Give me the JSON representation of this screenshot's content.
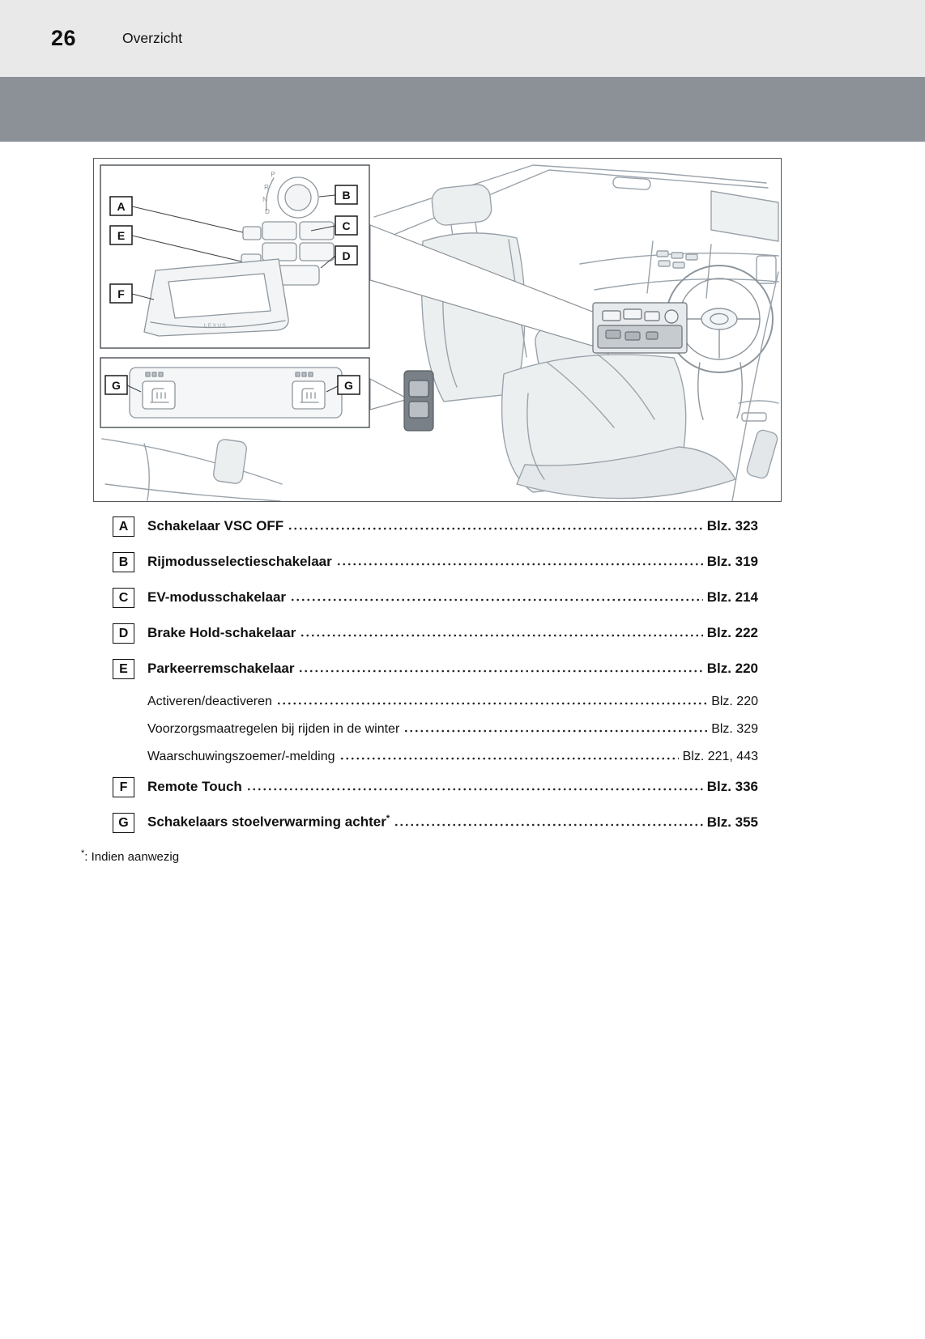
{
  "page": {
    "number": "26",
    "section_title": "Overzicht"
  },
  "illustration": {
    "callouts": {
      "a": "A",
      "b": "B",
      "c": "C",
      "d": "D",
      "e": "E",
      "f": "F",
      "g_left": "G",
      "g_right": "G"
    },
    "gear_labels": {
      "p": "P",
      "r": "R",
      "n": "N",
      "d": "D"
    },
    "pad_brand": "LEXUS"
  },
  "index": {
    "items": [
      {
        "badge": "A",
        "label": "Schakelaar VSC OFF",
        "page": "Blz. 323"
      },
      {
        "badge": "B",
        "label": "Rijmodusselectieschakelaar",
        "page": "Blz. 319"
      },
      {
        "badge": "C",
        "label": "EV-modusschakelaar",
        "page": "Blz. 214"
      },
      {
        "badge": "D",
        "label": "Brake Hold-schakelaar",
        "page": "Blz. 222"
      },
      {
        "badge": "E",
        "label": "Parkeerremschakelaar",
        "page": "Blz. 220"
      },
      {
        "label": "Activeren/deactiveren",
        "page": "Blz. 220"
      },
      {
        "label": "Voorzorgsmaatregelen bij rijden in de winter",
        "page": "Blz. 329"
      },
      {
        "label": "Waarschuwingszoemer/-melding",
        "page": "Blz. 221, 443"
      },
      {
        "badge": "F",
        "label": "Remote Touch",
        "page": "Blz. 336"
      },
      {
        "badge": "G",
        "label": "Schakelaars stoelverwarming achter",
        "suffix": "*",
        "page": "Blz. 355"
      }
    ]
  },
  "footnote": {
    "marker": "*",
    "colon": ":",
    "text": "Indien aanwezig"
  }
}
